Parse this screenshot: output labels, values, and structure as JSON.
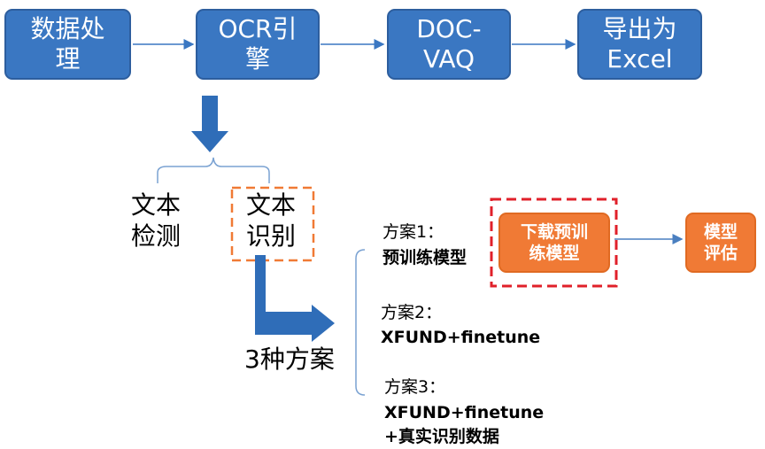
{
  "pipeline": {
    "step1": "数据处\n理",
    "step2": "OCR引\n擎",
    "step3": "DOC-\nVAQ",
    "step4": "导出为\nExcel"
  },
  "ocr": {
    "detection": "文本\n检测",
    "recognition": "文本\n识别"
  },
  "plans_label": "3种方案",
  "plans": [
    {
      "title": "方案1：",
      "detail": "预训练模型"
    },
    {
      "title": "方案2：",
      "detail": "XFUND+finetune"
    },
    {
      "title": "方案3：",
      "detail": "XFUND+finetune\n+真实识别数据"
    }
  ],
  "plan1_flow": {
    "download": "下载预训\n练模型",
    "evaluate": "模型\n评估"
  },
  "colors": {
    "blue_box": "#3a77c2",
    "orange_box": "#f07a35",
    "dashed_red": "#e0202a",
    "dashed_orange": "#f07a35"
  }
}
